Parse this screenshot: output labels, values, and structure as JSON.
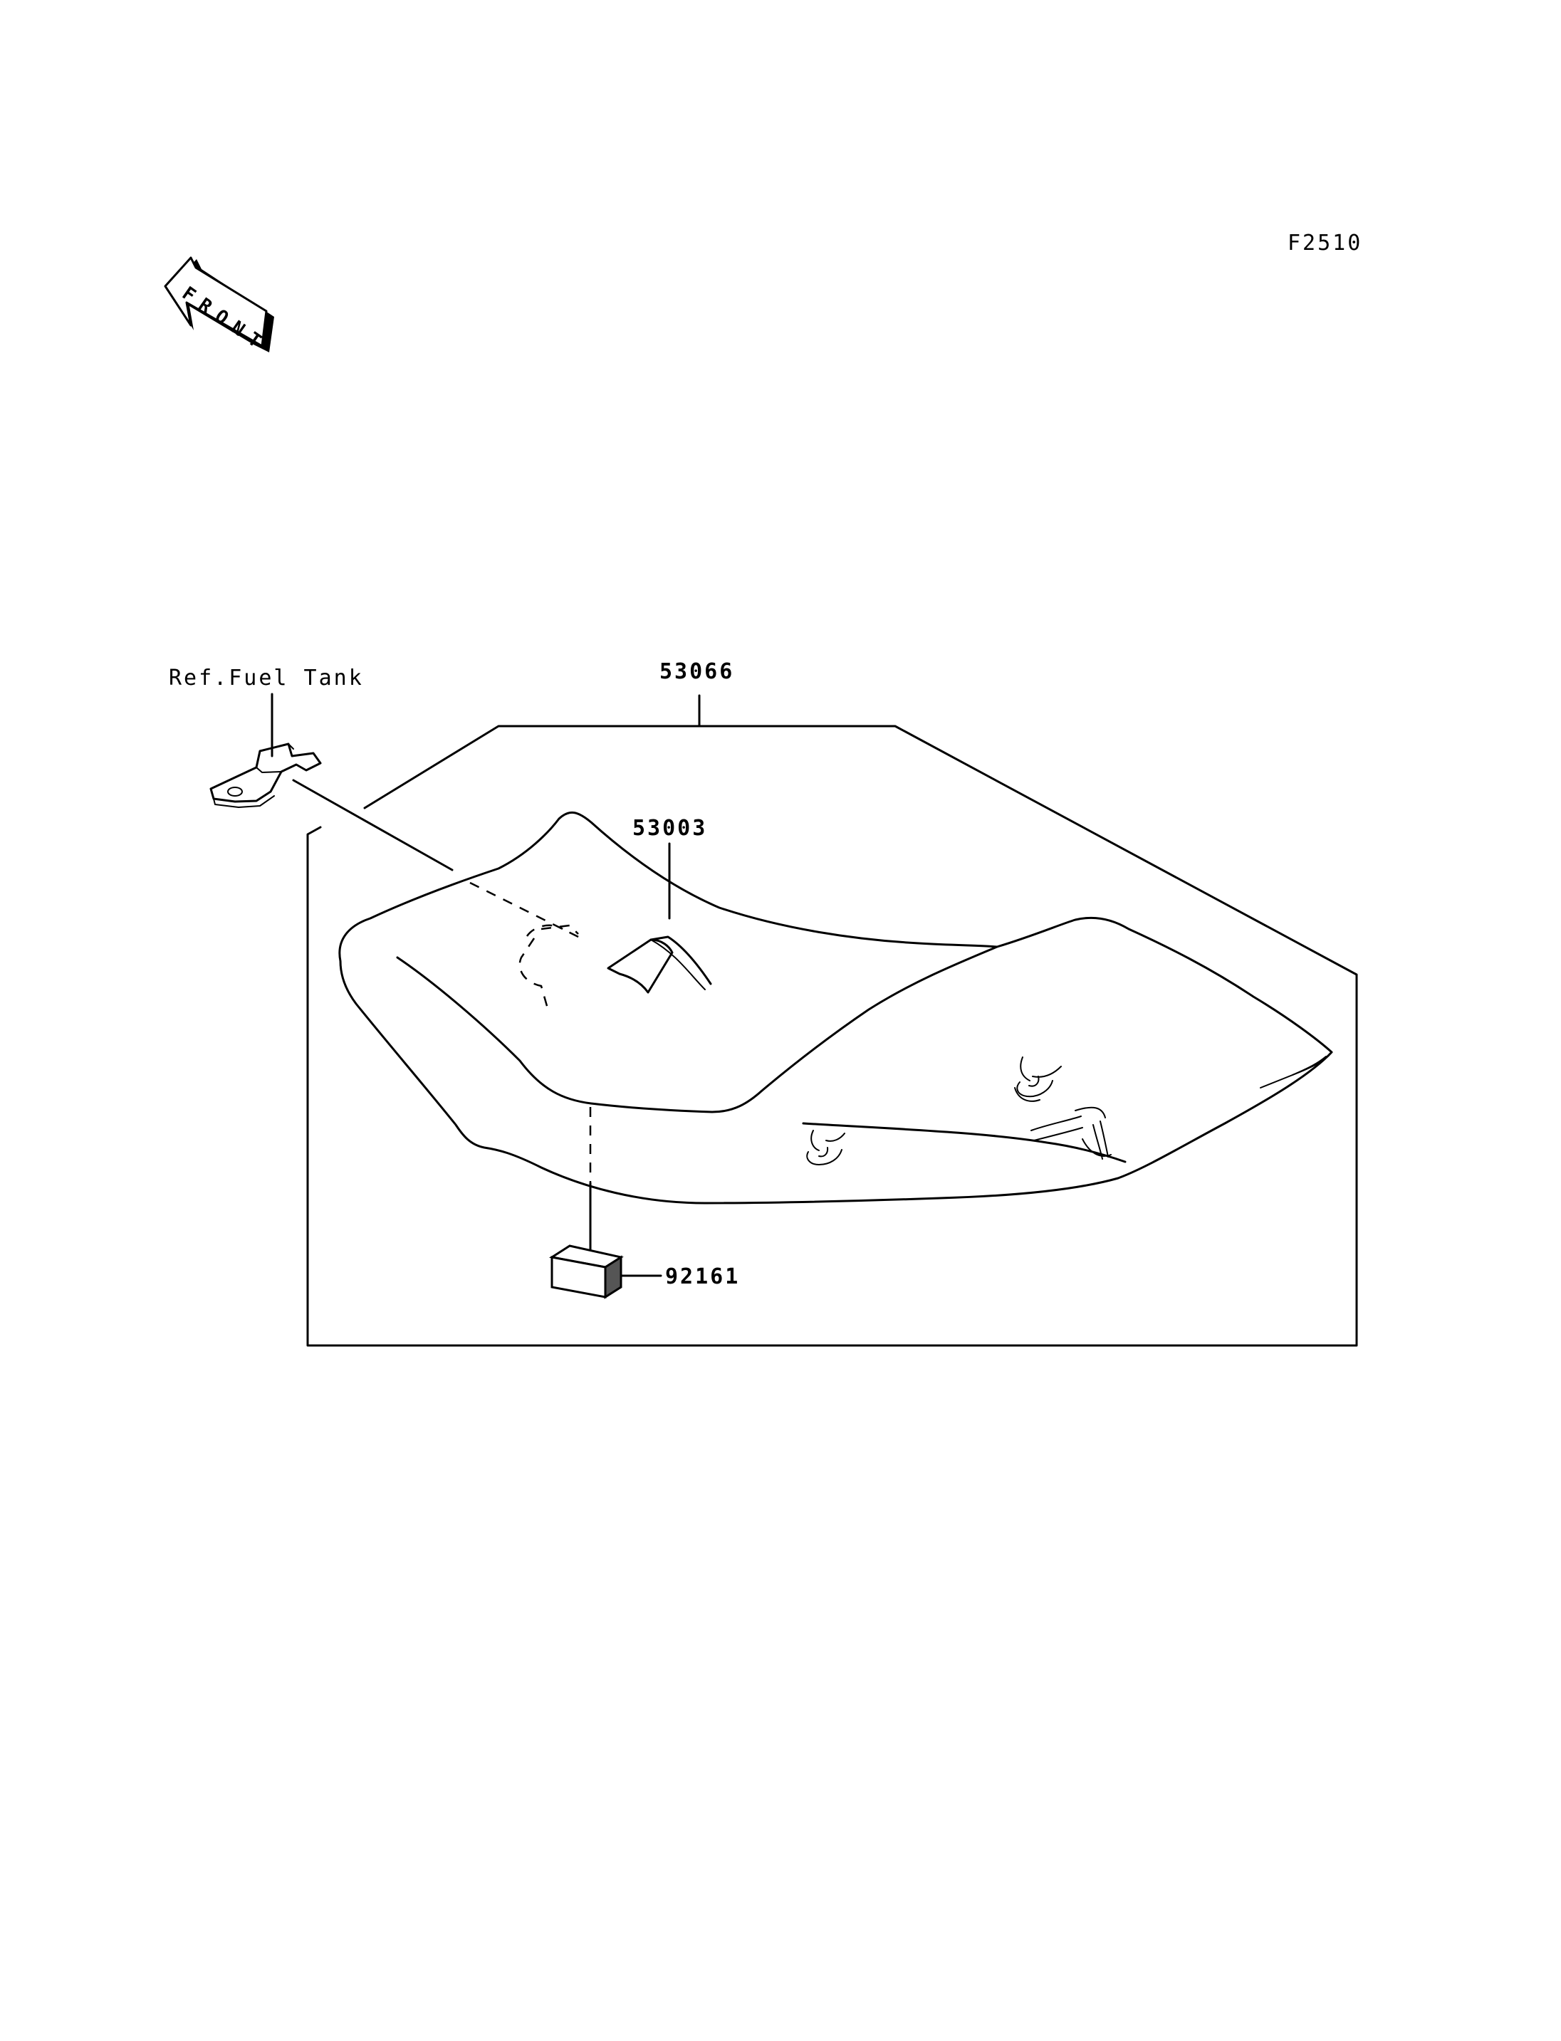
{
  "figure_code": "F2510",
  "front_arrow": {
    "text": "FRONT",
    "icon": "front-direction-arrow-icon"
  },
  "callouts": {
    "ref_fuel_tank": "Ref.Fuel Tank",
    "seat_assembly": "53066",
    "label_part": "53003",
    "pad_part": "92161"
  },
  "colors": {
    "line": "#000000",
    "background": "#ffffff",
    "pad_fill": "#555555"
  }
}
